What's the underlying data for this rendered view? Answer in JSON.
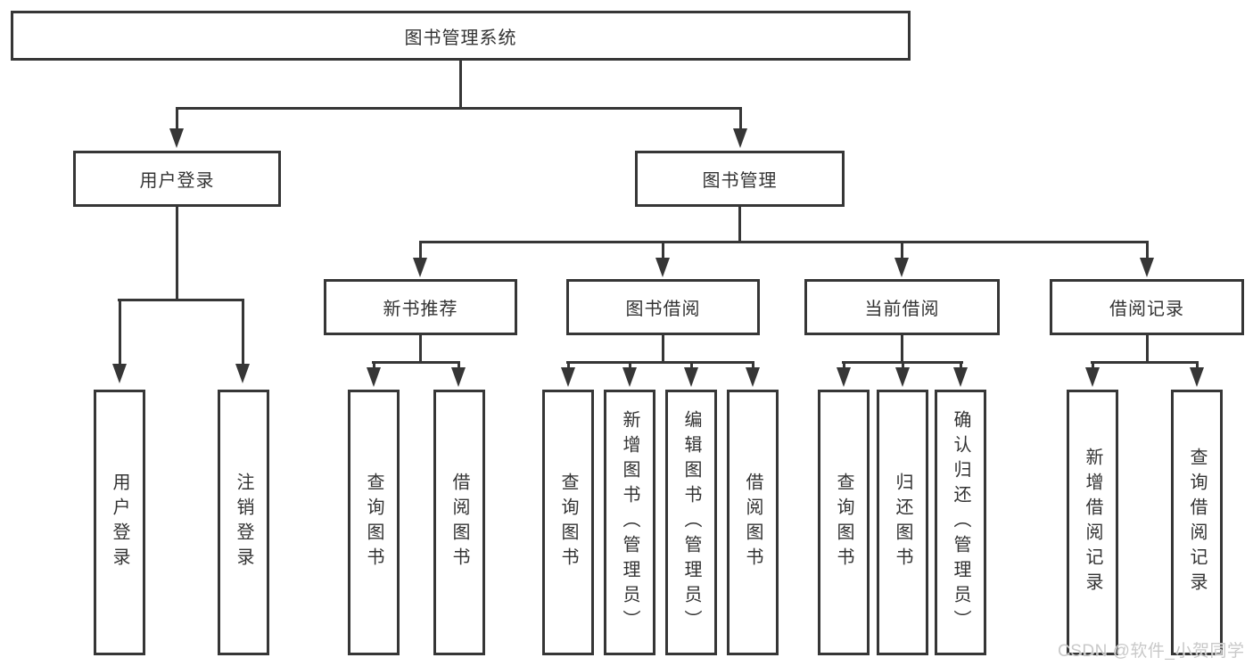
{
  "title": "图书管理系统",
  "watermark": "CSDN @软件_小贺同学",
  "colors": {
    "line": "#363636",
    "text": "#333333",
    "background": "#ffffff",
    "watermark": "#c9c9c9"
  },
  "tree": {
    "label": "图书管理系统",
    "children": [
      {
        "label": "用户登录",
        "children": [
          {
            "label": "用户登录"
          },
          {
            "label": "注销登录"
          }
        ]
      },
      {
        "label": "图书管理",
        "children": [
          {
            "label": "新书推荐",
            "children": [
              {
                "label": "查询图书"
              },
              {
                "label": "借阅图书"
              }
            ]
          },
          {
            "label": "图书借阅",
            "children": [
              {
                "label": "查询图书"
              },
              {
                "label": "新增图书（管理员）"
              },
              {
                "label": "编辑图书（管理员）"
              },
              {
                "label": "借阅图书"
              }
            ]
          },
          {
            "label": "当前借阅",
            "children": [
              {
                "label": "查询图书"
              },
              {
                "label": "归还图书"
              },
              {
                "label": "确认归还（管理员）"
              }
            ]
          },
          {
            "label": "借阅记录",
            "children": [
              {
                "label": "新增借阅记录"
              },
              {
                "label": "查询借阅记录"
              }
            ]
          }
        ]
      }
    ]
  }
}
